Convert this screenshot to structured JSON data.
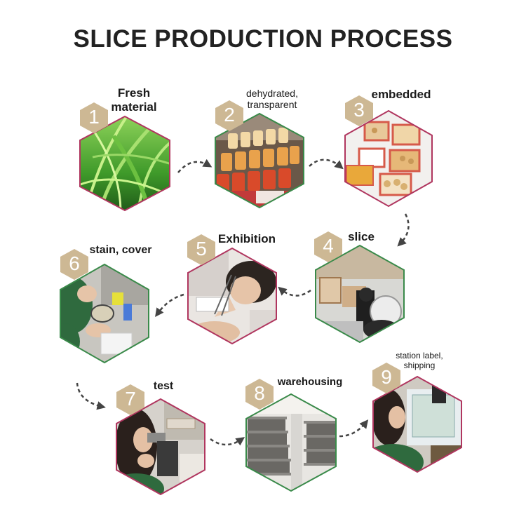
{
  "title": "SLICE PRODUCTION PROCESS",
  "colors": {
    "badge": "#cdb894",
    "arrow": "#444444",
    "border_pink": "#b0365f",
    "border_green": "#3a8a4a"
  },
  "steps": [
    {
      "number": "1",
      "label_lines": [
        "Fresh",
        "material"
      ],
      "image": "grass-photo",
      "border": "#b0365f"
    },
    {
      "number": "2",
      "label_lines": [
        "dehydrated,",
        "transparent"
      ],
      "image": "sample-jars-photo",
      "border": "#3a8a4a"
    },
    {
      "number": "3",
      "label_lines": [
        "embedded"
      ],
      "image": "embedded-blocks-photo",
      "border": "#b0365f"
    },
    {
      "number": "4",
      "label_lines": [
        "slice"
      ],
      "image": "microtome-photo",
      "border": "#3a8a4a"
    },
    {
      "number": "5",
      "label_lines": [
        "Exhibition"
      ],
      "image": "slide-handling-photo",
      "border": "#b0365f"
    },
    {
      "number": "6",
      "label_lines": [
        "stain, cover"
      ],
      "image": "staining-photo",
      "border": "#3a8a4a"
    },
    {
      "number": "7",
      "label_lines": [
        "test"
      ],
      "image": "microscope-photo",
      "border": "#b0365f"
    },
    {
      "number": "8",
      "label_lines": [
        "warehousing"
      ],
      "image": "shelves-photo",
      "border": "#3a8a4a"
    },
    {
      "number": "9",
      "label_lines": [
        "station label,",
        "shipping"
      ],
      "image": "labeling-photo",
      "border": "#b0365f"
    }
  ]
}
